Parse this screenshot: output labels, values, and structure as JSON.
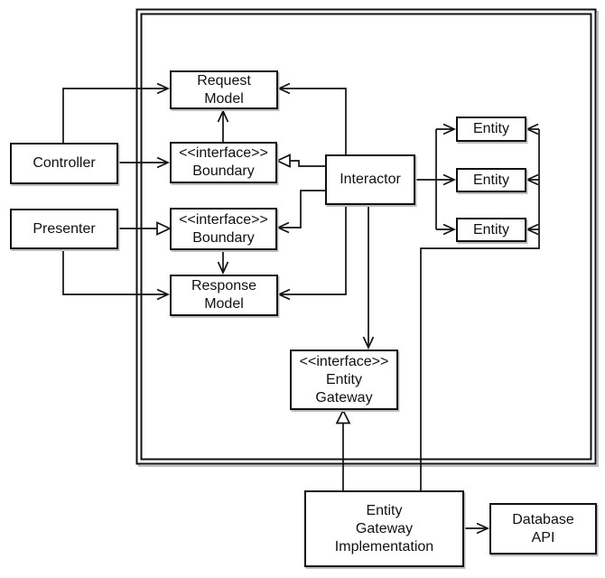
{
  "colors": {
    "ink": "#111111",
    "paper": "#ffffff",
    "shadow": "#bdbdbd"
  },
  "diagram": {
    "boxes": {
      "controller": "Controller",
      "presenter": "Presenter",
      "request_model": "Request\nModel",
      "input_boundary": "<<interface>>\nBoundary",
      "output_boundary": "<<interface>>\nBoundary",
      "interactor": "Interactor",
      "response_model": "Response\nModel",
      "entities": [
        "Entity",
        "Entity",
        "Entity"
      ],
      "entity_gateway": "<<interface>>\nEntity\nGateway",
      "entity_gateway_implementation": "Entity\nGateway\nImplementation",
      "database_api": "Database\nAPI"
    }
  }
}
